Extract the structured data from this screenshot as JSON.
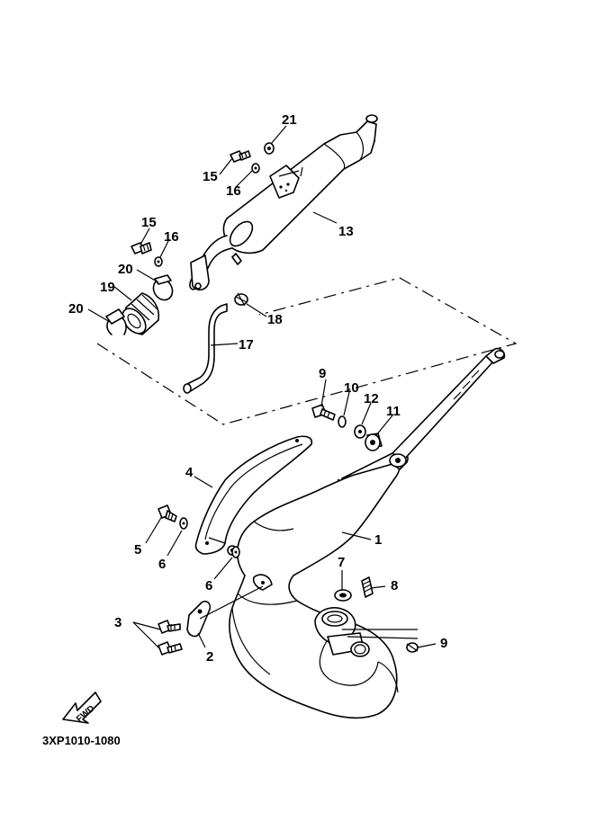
{
  "diagram": {
    "drawing_code": "3XP1010-1080",
    "forward_arrow_label": "FWD",
    "callouts": [
      {
        "id": "c1",
        "label": "1"
      },
      {
        "id": "c2",
        "label": "2"
      },
      {
        "id": "c3",
        "label": "3"
      },
      {
        "id": "c4",
        "label": "4"
      },
      {
        "id": "c5",
        "label": "5"
      },
      {
        "id": "c6a",
        "label": "6"
      },
      {
        "id": "c6b",
        "label": "6"
      },
      {
        "id": "c7",
        "label": "7"
      },
      {
        "id": "c8",
        "label": "8"
      },
      {
        "id": "c9",
        "label": "9"
      },
      {
        "id": "c10",
        "label": "10"
      },
      {
        "id": "c11",
        "label": "11"
      },
      {
        "id": "c12",
        "label": "12"
      },
      {
        "id": "c13",
        "label": "13"
      },
      {
        "id": "c14",
        "label": "14"
      },
      {
        "id": "c15a",
        "label": "15"
      },
      {
        "id": "c15b",
        "label": "15"
      },
      {
        "id": "c16a",
        "label": "16"
      },
      {
        "id": "c16b",
        "label": "16"
      },
      {
        "id": "c17",
        "label": "17"
      },
      {
        "id": "c18",
        "label": "18"
      },
      {
        "id": "c19",
        "label": "19"
      },
      {
        "id": "c20a",
        "label": "20"
      },
      {
        "id": "c20b",
        "label": "20"
      },
      {
        "id": "c21",
        "label": "21"
      }
    ]
  }
}
